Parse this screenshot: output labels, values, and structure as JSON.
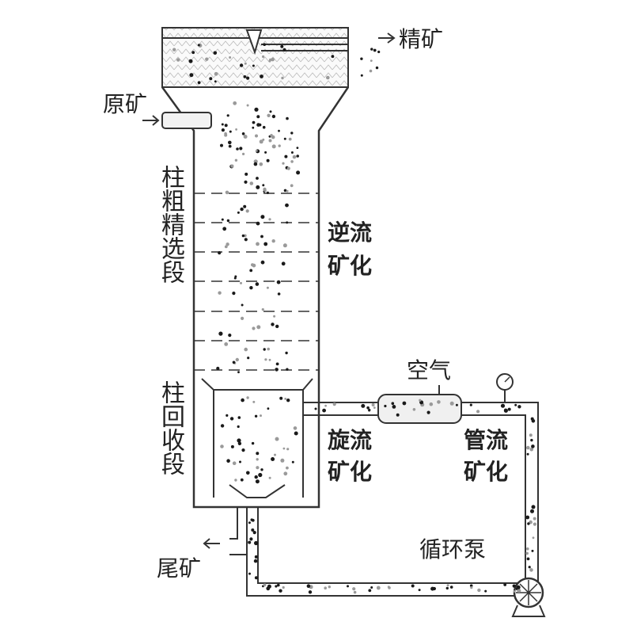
{
  "labels": {
    "concentrate": "精矿",
    "feed": "原矿",
    "rougher_section": "柱粗精选段",
    "countercurrent_mineralization": [
      "逆流",
      "矿化"
    ],
    "scavenger_section": "柱回收段",
    "air": "空气",
    "swirl_mineralization": [
      "旋流",
      "矿化"
    ],
    "pipe_mineralization": [
      "管流",
      "矿化"
    ],
    "circulation_pump": "循环泵",
    "tailings": "尾矿"
  },
  "colors": {
    "line": "#333333",
    "particle_dark": "#1a1a1a",
    "particle_light": "#9a9a9a",
    "foam_fill": "#f4f4f4"
  },
  "icons": [
    "pressure-gauge-icon",
    "circulation-pump-icon",
    "arrow-icon"
  ]
}
